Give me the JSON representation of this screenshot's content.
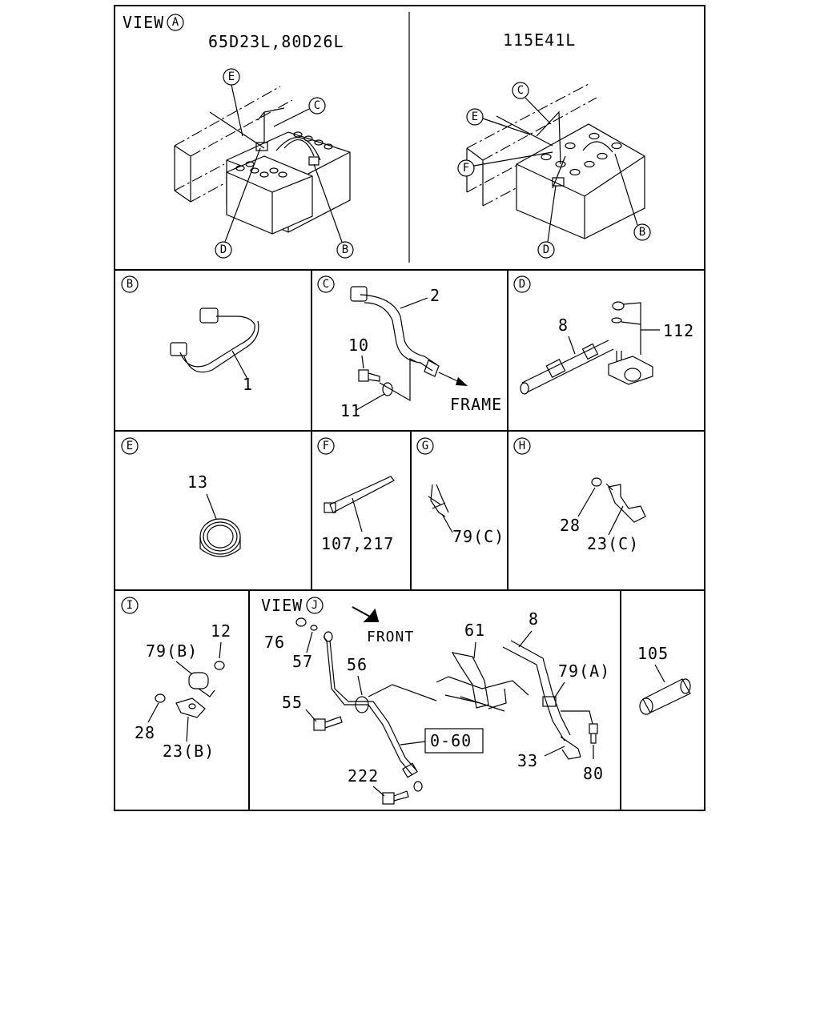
{
  "view_a": {
    "title": "VIEW",
    "title_circle": "A",
    "left_variant": "65D23L,80D26L",
    "right_variant": "115E41L",
    "left_callouts": [
      "E",
      "C",
      "D",
      "B"
    ],
    "right_callouts": [
      "C",
      "E",
      "F",
      "D",
      "B"
    ]
  },
  "panels": {
    "b": {
      "circle": "B",
      "parts": [
        "1"
      ]
    },
    "c": {
      "circle": "C",
      "parts": [
        "2",
        "10",
        "11"
      ],
      "arrow_label": "FRAME"
    },
    "d": {
      "circle": "D",
      "parts": [
        "8",
        "112"
      ]
    },
    "e": {
      "circle": "E",
      "parts": [
        "13"
      ]
    },
    "f": {
      "circle": "F",
      "parts": [
        "107,217"
      ]
    },
    "g": {
      "circle": "G",
      "parts": [
        "79(C)"
      ]
    },
    "h": {
      "circle": "H",
      "parts": [
        "28",
        "23(C)"
      ]
    },
    "i": {
      "circle": "I",
      "parts": [
        "12",
        "79(B)",
        "28",
        "23(B)"
      ]
    },
    "j": {
      "title": "VIEW",
      "circle": "J",
      "direction": "FRONT",
      "parts": [
        "76",
        "57",
        "56",
        "55",
        "61",
        "8",
        "79(A)",
        "33",
        "80",
        "222"
      ],
      "boxed_ref": "0-60"
    },
    "k": {
      "parts": [
        "105"
      ]
    }
  }
}
